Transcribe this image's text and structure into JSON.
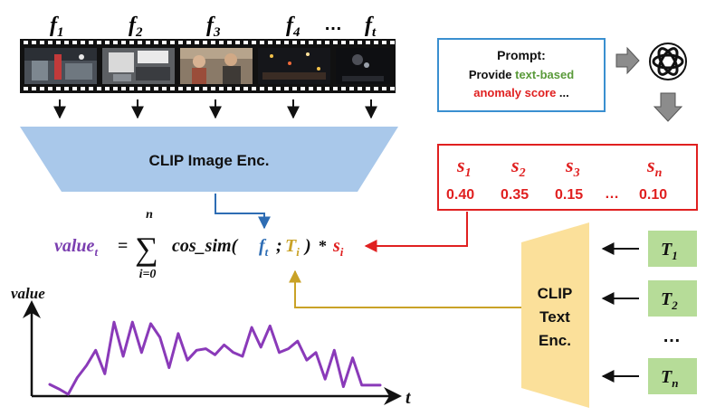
{
  "frames": {
    "labels": [
      {
        "sym": "f",
        "sub": "1"
      },
      {
        "sym": "f",
        "sub": "2"
      },
      {
        "sym": "f",
        "sub": "3"
      },
      {
        "sym": "f",
        "sub": "4"
      },
      {
        "sym": "f",
        "sub": "t"
      }
    ],
    "dots": "…"
  },
  "image_encoder": {
    "label": "CLIP Image Enc."
  },
  "prompt": {
    "title": "Prompt:",
    "line2_prefix": "Provide ",
    "line2_highlight": "text-based",
    "line3_highlight": "anomaly score",
    "line3_suffix": " ..."
  },
  "scores": {
    "symbol": "s",
    "subs": [
      "1",
      "2",
      "3",
      "n"
    ],
    "values": [
      "0.40",
      "0.35",
      "0.15",
      "0.10"
    ],
    "dots": "…"
  },
  "text_encoder": {
    "lines": [
      "CLIP",
      "Text",
      "Enc."
    ]
  },
  "text_tokens": {
    "symbol": "T",
    "subs": [
      "1",
      "2",
      "n"
    ],
    "dots": "…"
  },
  "formula": {
    "lhs": "value",
    "lhs_sub": "t",
    "equals": "=",
    "sum_top": "n",
    "sum_bottom": "i=0",
    "fn": "cos_sim(",
    "arg1": "f",
    "arg1_sub": "t",
    "sep": ";",
    "arg2": "T",
    "arg2_sub": "i",
    "close": ")",
    "times": "*",
    "weight": "s",
    "weight_sub": "i"
  },
  "plot": {
    "ylabel": "value",
    "xlabel": "t",
    "series_values": [
      0.13,
      0.07,
      0.0,
      0.22,
      0.38,
      0.58,
      0.27,
      0.95,
      0.5,
      0.95,
      0.55,
      0.93,
      0.75,
      0.35,
      0.8,
      0.45,
      0.58,
      0.6,
      0.52,
      0.65,
      0.55,
      0.5,
      0.88,
      0.62,
      0.9,
      0.55,
      0.6,
      0.7,
      0.45,
      0.55,
      0.2,
      0.58,
      0.1,
      0.48,
      0.12,
      0.12,
      0.12
    ]
  },
  "colors": {
    "formula_lhs": "#7b3fb0",
    "frame_feature": "#2e6db4",
    "text_feature": "#c9a227",
    "score_red": "#e02020",
    "prompt_green": "#5a9a3a",
    "prompt_border": "#3a8fd0",
    "image_enc_fill": "#a9c8ea",
    "text_enc_fill": "#fbe09a",
    "token_fill": "#b6dc98",
    "curve": "#8a3ab9"
  }
}
